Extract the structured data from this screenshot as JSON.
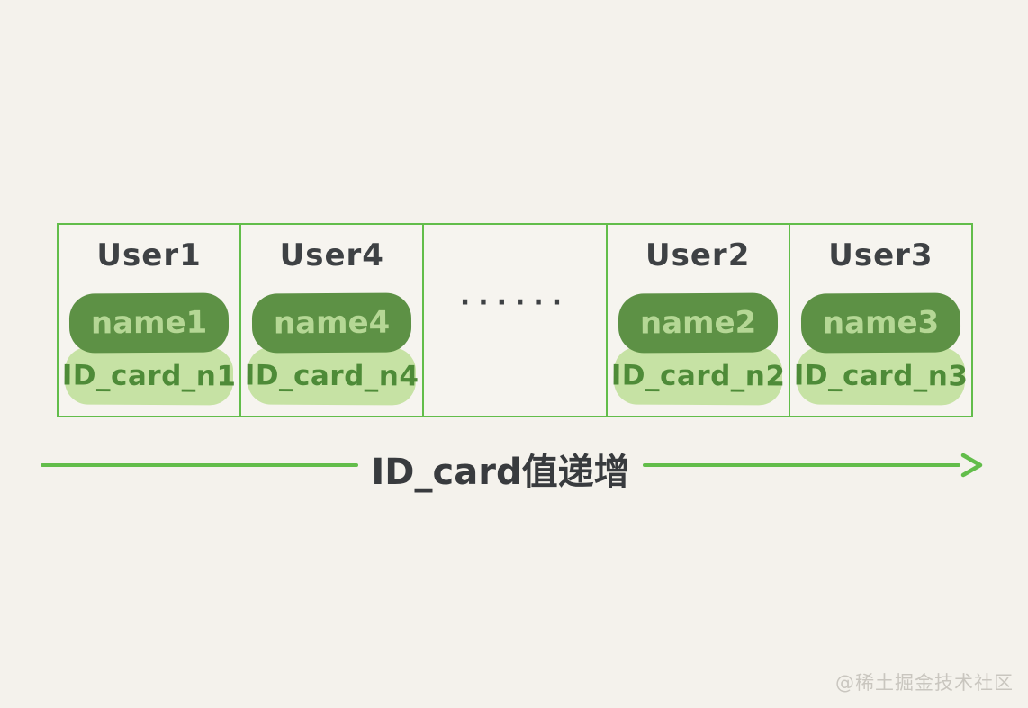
{
  "diagram": {
    "description": "Hand-drawn style diagram of table records ordered by secondary index",
    "cells": [
      {
        "type": "record",
        "title": "User1",
        "name": "name1",
        "id_card": "ID_card_n1"
      },
      {
        "type": "record",
        "title": "User4",
        "name": "name4",
        "id_card": "ID_card_n4"
      },
      {
        "type": "ellipsis",
        "label": "······"
      },
      {
        "type": "record",
        "title": "User2",
        "name": "name2",
        "id_card": "ID_card_n2"
      },
      {
        "type": "record",
        "title": "User3",
        "name": "name3",
        "id_card": "ID_card_n3"
      }
    ],
    "arrow": {
      "label": "ID_card值递增",
      "direction": "right"
    },
    "watermark": "@稀土掘金技术社区",
    "colors": {
      "background": "#f4f2ec",
      "border_green": "#62bd4a",
      "pill_dark_green": "#5d9145",
      "pill_dark_text": "#b5d795",
      "pill_light_green": "#c6e2a4",
      "pill_light_text": "#4e8b38",
      "title_text": "#3e4144",
      "watermark_text": "#c9c6bf"
    }
  }
}
